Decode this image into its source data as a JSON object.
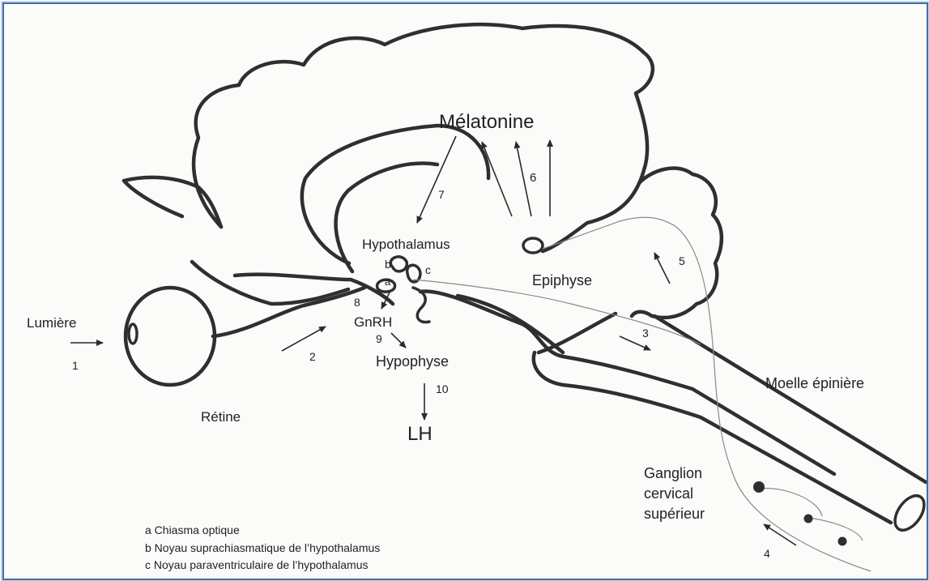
{
  "labels": {
    "melatonine": "Mélatonine",
    "hypothalamus": "Hypothalamus",
    "epiphyse": "Epiphyse",
    "lumiere": "Lumière",
    "gnrh": "GnRH",
    "hypophyse": "Hypophyse",
    "lh": "LH",
    "retine": "Rétine",
    "moelle": "Moelle épinière",
    "ganglion_1": "Ganglion",
    "ganglion_2": "cervical",
    "ganglion_3": "supérieur",
    "a": "a",
    "b": "b",
    "c": "c"
  },
  "steps": [
    "1",
    "2",
    "3",
    "4",
    "5",
    "6",
    "7",
    "8",
    "9",
    "10"
  ],
  "legend": [
    "a Chiasma optique",
    "b Noyau suprachiasmatique de l’hypothalamus",
    "c Noyau paraventriculaire de l’hypothalamus"
  ],
  "colors": {
    "frame": "#3f6fa8",
    "ink": "#2f2f2f",
    "nerve": "#8a8a8a"
  }
}
